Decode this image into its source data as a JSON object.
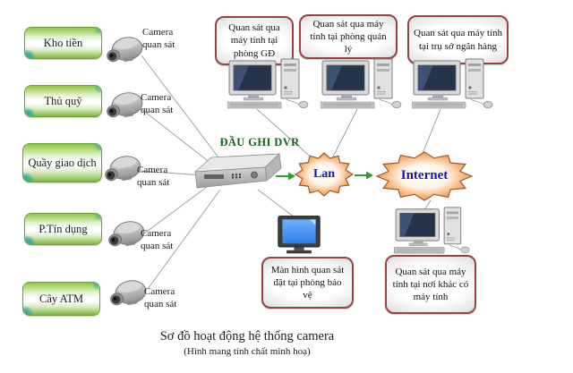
{
  "diagram": {
    "caption": "Sơ đồ hoạt động hệ thống camera",
    "caption_note": "(Hình mang tính chất minh hoạ)"
  },
  "left_panel": {
    "camera_caption": "Camera quan sát",
    "items": [
      {
        "label": "Kho tiền"
      },
      {
        "label": "Thủ quỹ"
      },
      {
        "label": "Quầy giao dịch"
      },
      {
        "label": "P.Tín dụng"
      },
      {
        "label": "Cây ATM"
      }
    ]
  },
  "dvr": {
    "label": "ĐẦU GHI DVR"
  },
  "network": {
    "lan_label": "Lan",
    "internet_label": "Internet"
  },
  "top_stations": [
    {
      "label": "Quan sát qua máy tính tại phòng GĐ"
    },
    {
      "label": "Quan sát qua máy tính tại phòng quản lý"
    },
    {
      "label": "Quan sát qua máy tính tại trụ sở ngân hàng"
    }
  ],
  "bottom_stations": [
    {
      "label": "Màn hình quan sát đặt tại phòng bảo vệ"
    },
    {
      "label": "Quan sát qua máy tính tại nơi khác có máy tính"
    }
  ],
  "icons": {
    "camera": "cctv-camera-icon",
    "desktop": "desktop-computer-icon",
    "security_monitor": "crt-monitor-icon",
    "recorder": "dvr-device-icon"
  },
  "colors": {
    "location_box_green": "#7cb83e",
    "location_box_border": "#69a335",
    "station_box_border": "#9a4242",
    "network_shape_orange": "#e98c3f",
    "network_shape_outline": "#9c5a35",
    "network_label_blue": "#1818ad",
    "dvr_label_green": "#176117",
    "arrow_green": "#2f9e2f",
    "connector_line_gray": "#9aa29a",
    "monitor_screen_blue": "#3f8def"
  }
}
